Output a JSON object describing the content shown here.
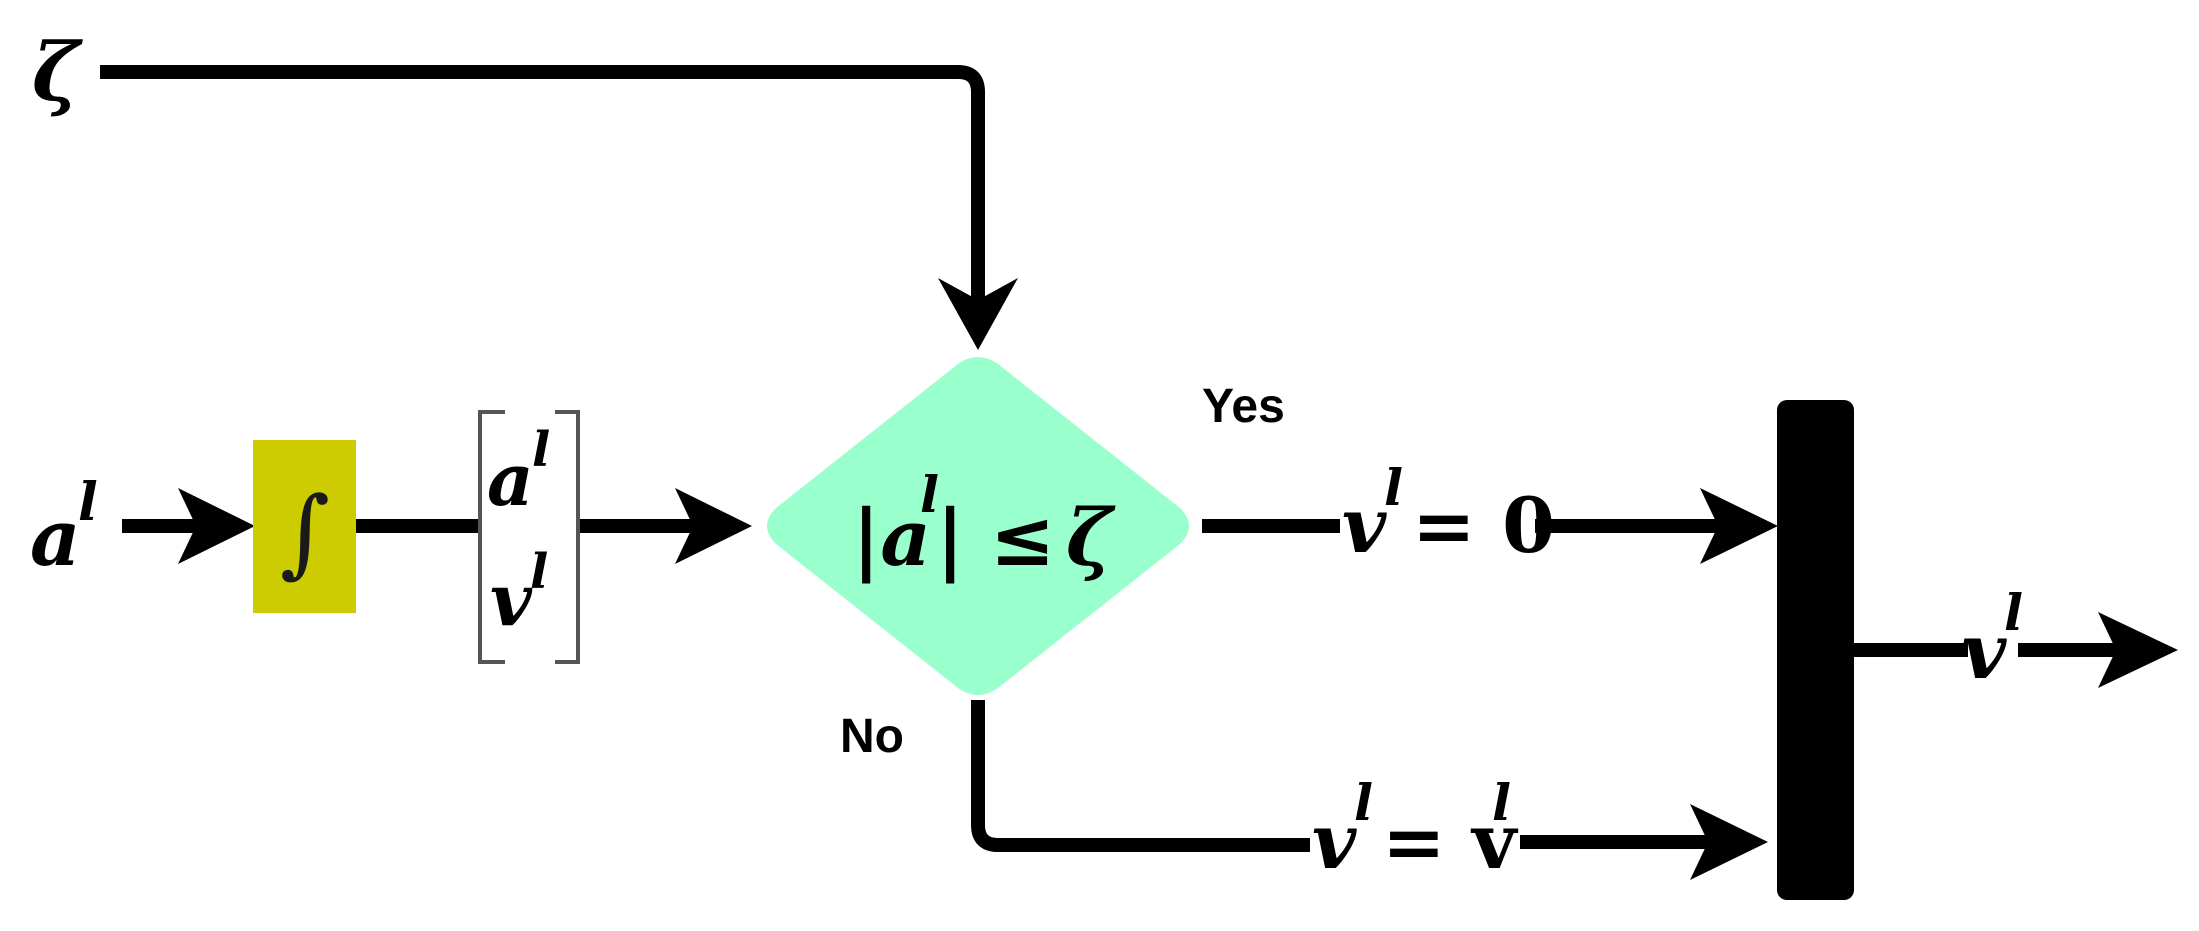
{
  "diagram": {
    "inputs": {
      "zeta": "ζ",
      "acceleration": "a",
      "acceleration_sup": "l"
    },
    "integrator": {
      "symbol": "∫",
      "color": "#cccc00"
    },
    "state_vector": {
      "top": "a",
      "top_sup": "l",
      "bottom": "v",
      "bottom_sup": "l"
    },
    "decision": {
      "abs_open": "|a",
      "abs_sup": "l",
      "abs_close": "|",
      "operator": "≤",
      "threshold": "ζ",
      "color": "#99ffcc"
    },
    "branches": {
      "yes_label": "Yes",
      "no_label": "No",
      "yes_output_var": "v",
      "yes_output_sup": "l",
      "yes_output_eq": "= 0",
      "no_output_var": "v",
      "no_output_sup": "l",
      "no_output_eq": "= v",
      "no_output_eq_sup": "l"
    },
    "output": {
      "var": "v",
      "sup": "l"
    }
  }
}
